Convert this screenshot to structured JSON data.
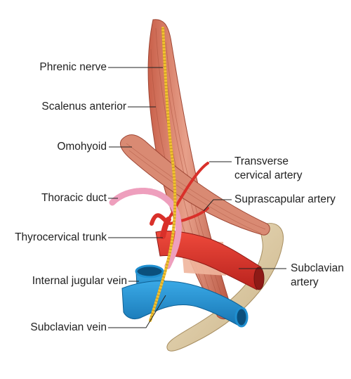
{
  "labels": {
    "phrenic_nerve": "Phrenic nerve",
    "scalenus_anterior": "Scalenus anterior",
    "omohyoid": "Omohyoid",
    "thoracic_duct": "Thoracic duct",
    "thyrocervical_trunk": "Thyrocervical trunk",
    "internal_jugular_vein": "Internal jugular vein",
    "subclavian_vein": "Subclavian vein",
    "transverse_cervical_artery_line1": "Transverse",
    "transverse_cervical_artery_line2": "cervical artery",
    "suprascapular_artery": "Suprascapular artery",
    "subclavian_artery_line1": "Subclavian",
    "subclavian_artery_line2": "artery"
  },
  "colors": {
    "muscle": "#d9826a",
    "muscle_dark": "#b5553f",
    "nerve": "#f3c230",
    "artery": "#d9302a",
    "vein": "#1f8fd0",
    "duct": "#ee9fbd",
    "bone": "#dcc9a2",
    "leader": "#222222"
  }
}
